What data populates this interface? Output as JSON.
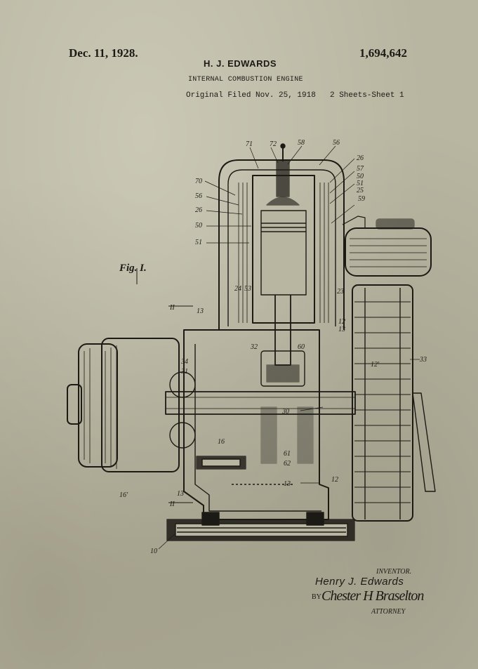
{
  "header": {
    "date": "Dec. 11, 1928.",
    "inventor": "H. J. EDWARDS",
    "patent_number": "1,694,642",
    "title": "INTERNAL COMBUSTION ENGINE",
    "filed": "Original Filed Nov. 25, 1918",
    "sheets": "2 Sheets-Sheet 1"
  },
  "figure": {
    "label": "Fig. I.",
    "section_mark": "II",
    "reference_numerals": [
      "71",
      "72",
      "58",
      "56",
      "26",
      "57",
      "50",
      "51",
      "25",
      "59",
      "70",
      "56",
      "26",
      "50",
      "51",
      "24",
      "53",
      "23",
      "12",
      "13",
      "13",
      "32",
      "60",
      "34",
      "31",
      "12'",
      "33",
      "30",
      "16",
      "61",
      "62",
      "13",
      "12",
      "16'",
      "13",
      "10"
    ]
  },
  "signature": {
    "inventor_label": "INVENTOR.",
    "inventor_name": "Henry J. Edwards",
    "by": "BY",
    "attorney_signature": "Chester H Braselton",
    "attorney_label": "ATTORNEY"
  },
  "colors": {
    "paper": "#b8b6a1",
    "ink": "#1c1a15"
  }
}
